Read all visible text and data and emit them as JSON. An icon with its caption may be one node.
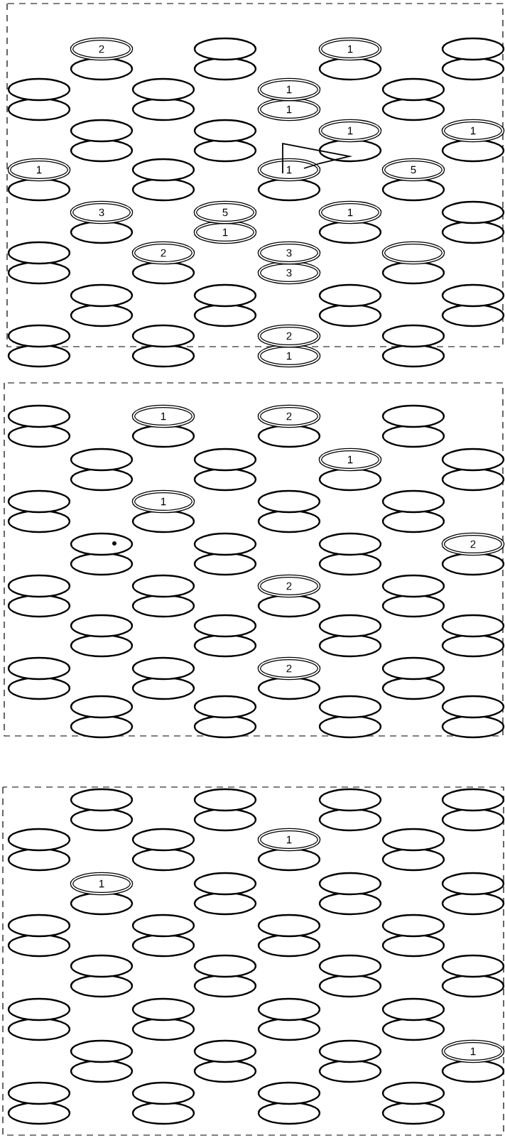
{
  "diagram": {
    "nodes": [
      {
        "text": [
          "2"
        ]
      },
      {
        "text": [],
        "shape": "ellipse"
      },
      {
        "text": [],
        "shape": "ellipse"
      },
      {
        "text": [],
        "shape": "ellipse"
      },
      {
        "text": [
          "1"
        ]
      },
      {
        "text": [],
        "shape": "ellipse"
      },
      {
        "text": [],
        "shape": "ellipse"
      },
      {
        "text": [],
        "shape": "ellipse"
      },
      {
        "text": [],
        "shape": "ellipse"
      },
      {
        "text": [],
        "shape": "ellipse"
      },
      {
        "text": [],
        "shape": "ellipse"
      },
      {
        "text": [],
        "shape": "ellipse"
      },
      {
        "text": [
          "1"
        ]
      },
      {
        "text": [
          "1"
        ]
      },
      {
        "text": [],
        "shape": "ellipse"
      },
      {
        "text": [],
        "shape": "ellipse"
      },
      {
        "text": [],
        "shape": "ellipse"
      },
      {
        "text": [],
        "shape": "ellipse"
      },
      {
        "text": [],
        "shape": "ellipse"
      },
      {
        "text": [],
        "shape": "ellipse"
      },
      {
        "text": [
          "1"
        ]
      },
      {
        "text": [],
        "shape": "ellipse"
      },
      {
        "text": [
          "1"
        ]
      },
      {
        "text": [],
        "shape": "ellipse"
      },
      {
        "text": [
          "1"
        ]
      },
      {
        "text": [],
        "shape": "ellipse"
      },
      {
        "text": [],
        "shape": "ellipse"
      },
      {
        "text": [],
        "shape": "ellipse"
      },
      {
        "text": [
          "1"
        ]
      },
      {
        "text": [],
        "shape": "ellipse"
      },
      {
        "text": [
          "5"
        ]
      },
      {
        "text": [],
        "shape": "ellipse"
      },
      {
        "text": [
          "3"
        ]
      },
      {
        "text": [],
        "shape": "ellipse"
      },
      {
        "text": [
          "5"
        ]
      },
      {
        "text": [
          "1"
        ]
      },
      {
        "text": [
          "1"
        ]
      },
      {
        "text": [],
        "shape": "ellipse"
      },
      {
        "text": [],
        "shape": "ellipse"
      },
      {
        "text": [],
        "shape": "ellipse"
      },
      {
        "text": [],
        "shape": "ellipse"
      },
      {
        "text": [],
        "shape": "ellipse"
      },
      {
        "text": [
          "2"
        ]
      },
      {
        "text": [],
        "shape": "ellipse"
      },
      {
        "text": [
          "3"
        ]
      },
      {
        "text": [
          "3"
        ]
      },
      {
        "text": [],
        "shape": "ring"
      },
      {
        "text": [],
        "shape": "ellipse"
      },
      {
        "text": [],
        "shape": "ellipse"
      },
      {
        "text": [],
        "shape": "ellipse"
      },
      {
        "text": [],
        "shape": "ellipse"
      },
      {
        "text": [],
        "shape": "ellipse"
      },
      {
        "text": [],
        "shape": "ellipse"
      },
      {
        "text": [],
        "shape": "ellipse"
      },
      {
        "text": [],
        "shape": "ellipse"
      },
      {
        "text": [],
        "shape": "ellipse"
      },
      {
        "text": [],
        "shape": "ellipse"
      },
      {
        "text": [],
        "shape": "ellipse"
      },
      {
        "text": [],
        "shape": "ellipse"
      },
      {
        "text": [],
        "shape": "ellipse"
      },
      {
        "text": [
          "2"
        ]
      },
      {
        "text": [
          "1"
        ]
      },
      {
        "text": [],
        "shape": "ellipse"
      },
      {
        "text": [],
        "shape": "ellipse"
      },
      {
        "text": [],
        "shape": "ellipse"
      },
      {
        "text": [],
        "shape": "ellipse"
      },
      {
        "text": [
          "1"
        ]
      },
      {
        "text": [],
        "shape": "ellipse"
      },
      {
        "text": [
          "2"
        ]
      },
      {
        "text": [],
        "shape": "ellipse"
      },
      {
        "text": [],
        "shape": "ellipse"
      },
      {
        "text": [],
        "shape": "ellipse"
      },
      {
        "text": [],
        "shape": "ellipse"
      },
      {
        "text": [],
        "shape": "ellipse"
      },
      {
        "text": [],
        "shape": "ellipse"
      },
      {
        "text": [],
        "shape": "ellipse"
      },
      {
        "text": [
          "1"
        ]
      },
      {
        "text": [],
        "shape": "ellipse"
      },
      {
        "text": [],
        "shape": "ellipse"
      },
      {
        "text": [],
        "shape": "ellipse"
      },
      {
        "text": [],
        "shape": "ellipse"
      },
      {
        "text": [],
        "shape": "ellipse"
      },
      {
        "text": [
          "1"
        ]
      },
      {
        "text": [],
        "shape": "ellipse"
      },
      {
        "text": [],
        "shape": "ellipse"
      },
      {
        "text": [],
        "shape": "ellipse"
      },
      {
        "text": [],
        "shape": "ellipse"
      },
      {
        "text": [],
        "shape": "ellipse"
      },
      {
        "text": [],
        "shape": "ellipse"
      },
      {
        "text": [],
        "shape": "ellipse"
      },
      {
        "text": [],
        "shape": "ellipse"
      },
      {
        "text": [],
        "shape": "ellipse"
      },
      {
        "text": [],
        "shape": "ellipse"
      },
      {
        "text": [],
        "shape": "ellipse"
      },
      {
        "text": [
          "2"
        ]
      },
      {
        "text": [],
        "shape": "ellipse"
      },
      {
        "text": [],
        "shape": "ellipse"
      },
      {
        "text": [],
        "shape": "ellipse"
      },
      {
        "text": [],
        "shape": "ellipse"
      },
      {
        "text": [],
        "shape": "ellipse"
      },
      {
        "text": [
          "2"
        ]
      },
      {
        "text": [],
        "shape": "ellipse"
      },
      {
        "text": [],
        "shape": "ellipse"
      },
      {
        "text": [],
        "shape": "ellipse"
      },
      {
        "text": [],
        "shape": "ellipse"
      },
      {
        "text": [],
        "shape": "ellipse"
      },
      {
        "text": [],
        "shape": "ellipse"
      },
      {
        "text": [],
        "shape": "ellipse"
      },
      {
        "text": [],
        "shape": "ellipse"
      },
      {
        "text": [],
        "shape": "ellipse"
      },
      {
        "text": [],
        "shape": "ellipse"
      },
      {
        "text": [],
        "shape": "ellipse"
      },
      {
        "text": [],
        "shape": "ellipse"
      },
      {
        "text": [],
        "shape": "ellipse"
      },
      {
        "text": [],
        "shape": "ellipse"
      },
      {
        "text": [],
        "shape": "ellipse"
      },
      {
        "text": [
          "2"
        ]
      },
      {
        "text": [],
        "shape": "ellipse"
      },
      {
        "text": [],
        "shape": "ellipse"
      },
      {
        "text": [],
        "shape": "ellipse"
      },
      {
        "text": [],
        "shape": "ellipse"
      },
      {
        "text": [],
        "shape": "ellipse"
      },
      {
        "text": [],
        "shape": "ellipse"
      },
      {
        "text": [],
        "shape": "ellipse"
      },
      {
        "text": [],
        "shape": "ellipse"
      },
      {
        "text": [],
        "shape": "ellipse"
      },
      {
        "text": [],
        "shape": "ellipse"
      },
      {
        "text": [],
        "shape": "ellipse"
      },
      {
        "text": [],
        "shape": "ellipse"
      },
      {
        "text": [],
        "shape": "ellipse"
      },
      {
        "text": [],
        "shape": "ellipse"
      },
      {
        "text": [],
        "shape": "ellipse"
      },
      {
        "text": [],
        "shape": "ellipse"
      },
      {
        "text": [],
        "shape": "ellipse"
      },
      {
        "text": [],
        "shape": "ellipse"
      },
      {
        "text": [],
        "shape": "ellipse"
      },
      {
        "text": [],
        "shape": "ellipse"
      },
      {
        "text": [],
        "shape": "ellipse"
      },
      {
        "text": [],
        "shape": "ellipse"
      },
      {
        "text": [],
        "shape": "ellipse"
      },
      {
        "text": [
          "1"
        ]
      },
      {
        "text": [],
        "shape": "ellipse"
      },
      {
        "text": [],
        "shape": "ellipse"
      },
      {
        "text": [],
        "shape": "ellipse"
      },
      {
        "text": [
          "1"
        ]
      },
      {
        "text": [],
        "shape": "ellipse"
      },
      {
        "text": [],
        "shape": "ellipse"
      },
      {
        "text": [],
        "shape": "ellipse"
      },
      {
        "text": [],
        "shape": "ellipse"
      },
      {
        "text": [],
        "shape": "ellipse"
      },
      {
        "text": [],
        "shape": "ellipse"
      },
      {
        "text": [],
        "shape": "ellipse"
      },
      {
        "text": [],
        "shape": "ellipse"
      },
      {
        "text": [],
        "shape": "ellipse"
      },
      {
        "text": [],
        "shape": "ellipse"
      },
      {
        "text": [],
        "shape": "ellipse"
      },
      {
        "text": [],
        "shape": "ellipse"
      },
      {
        "text": [],
        "shape": "ellipse"
      },
      {
        "text": [],
        "shape": "ellipse"
      },
      {
        "text": [],
        "shape": "ellipse"
      },
      {
        "text": [],
        "shape": "ellipse"
      },
      {
        "text": [],
        "shape": "ellipse"
      },
      {
        "text": [],
        "shape": "ellipse"
      },
      {
        "text": [],
        "shape": "ellipse"
      },
      {
        "text": [],
        "shape": "ellipse"
      },
      {
        "text": [],
        "shape": "ellipse"
      },
      {
        "text": [],
        "shape": "ellipse"
      },
      {
        "text": [],
        "shape": "ellipse"
      },
      {
        "text": [],
        "shape": "ellipse"
      },
      {
        "text": [],
        "shape": "ellipse"
      },
      {
        "text": [],
        "shape": "ellipse"
      },
      {
        "text": [],
        "shape": "ellipse"
      },
      {
        "text": [],
        "shape": "ellipse"
      },
      {
        "text": [],
        "shape": "ellipse"
      },
      {
        "text": [],
        "shape": "ellipse"
      },
      {
        "text": [],
        "shape": "ellipse"
      },
      {
        "text": [],
        "shape": "ellipse"
      },
      {
        "text": [],
        "shape": "ellipse"
      },
      {
        "text": [],
        "shape": "ellipse"
      },
      {
        "text": [],
        "shape": "ellipse"
      },
      {
        "text": [],
        "shape": "ellipse"
      },
      {
        "text": [],
        "shape": "ellipse"
      },
      {
        "text": [
          "1"
        ]
      },
      {
        "text": [],
        "shape": "ellipse"
      },
      {
        "text": [],
        "shape": "ellipse"
      },
      {
        "text": [],
        "shape": "ellipse"
      },
      {
        "text": [],
        "shape": "ellipse"
      },
      {
        "text": [],
        "shape": "ellipse"
      },
      {
        "text": [],
        "shape": "ellipse"
      },
      {
        "text": [],
        "shape": "ellipse"
      },
      {
        "text": [],
        "shape": "ellipse"
      },
      {
        "text": [],
        "shape": "ellipse"
      }
    ]
  }
}
